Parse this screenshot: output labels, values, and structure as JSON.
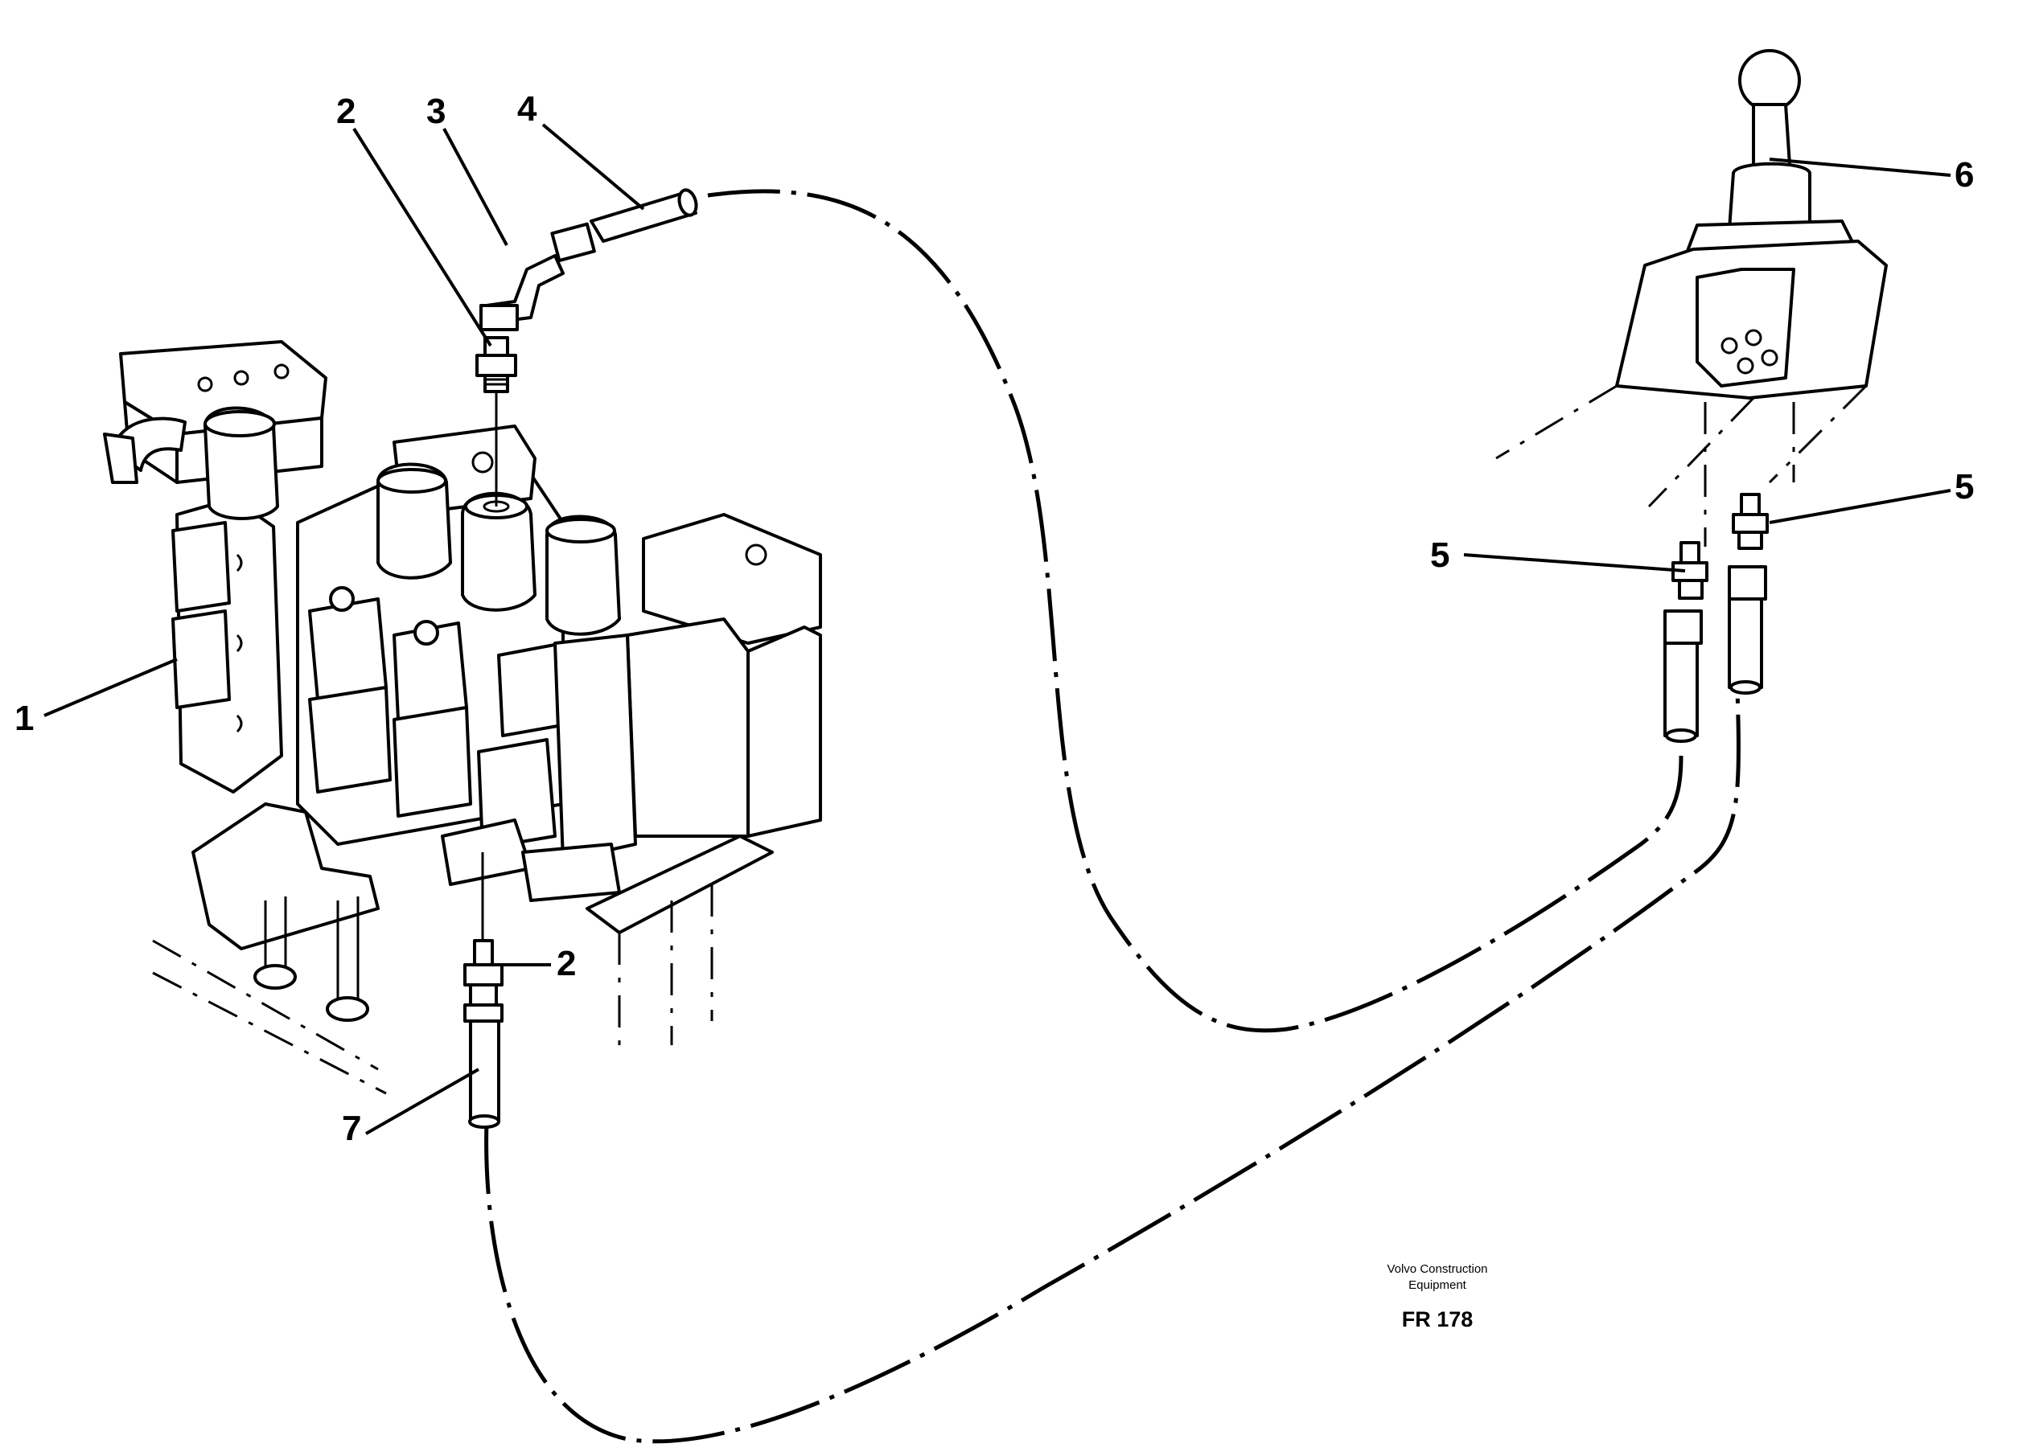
{
  "callouts": {
    "c1": "1",
    "c2_top": "2",
    "c3": "3",
    "c4": "4",
    "c5_left": "5",
    "c5_right": "5",
    "c6": "6",
    "c2_bottom": "2",
    "c7": "7"
  },
  "footer": {
    "brand_line1": "Volvo Construction",
    "brand_line2": "Equipment",
    "figure_code": "FR 178"
  }
}
